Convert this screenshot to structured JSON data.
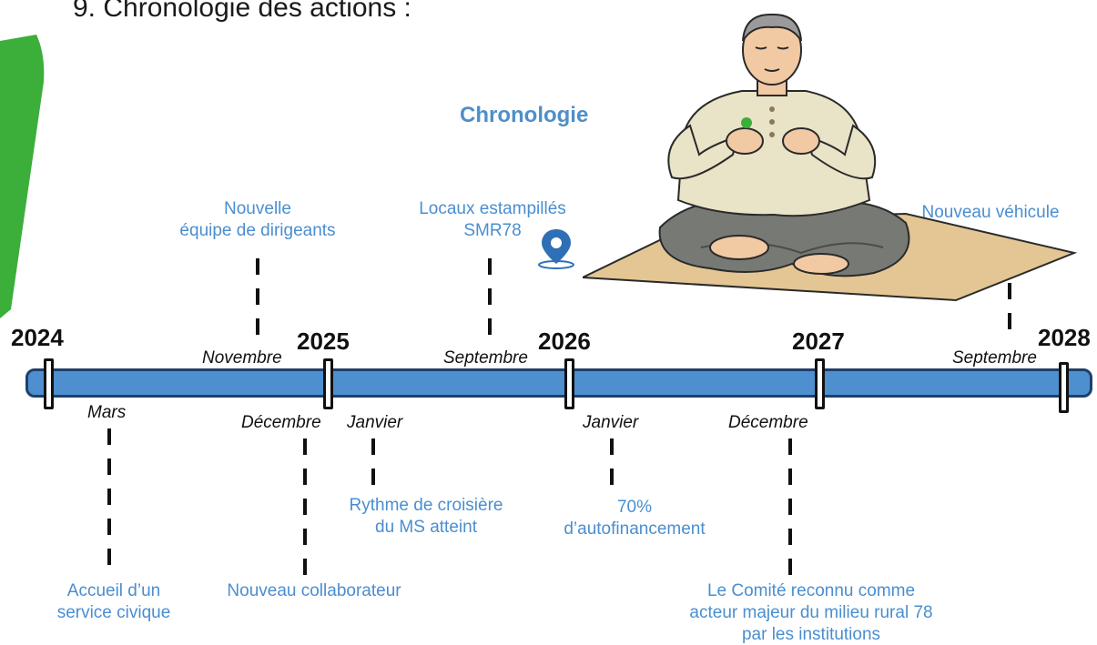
{
  "heading": "9. Chronologie des actions :",
  "subtitle": "Chronologie",
  "colors": {
    "accent_green": "#3cae3a",
    "timeline_blue": "#4e8fd0",
    "event_text": "#4a8ed0"
  },
  "icons": {
    "pin": "map-pin-icon",
    "illustration": "meditating-man-image"
  },
  "years": [
    "2024",
    "2025",
    "2026",
    "2027",
    "2028"
  ],
  "events_above": [
    {
      "month": "Novembre",
      "line1": "Nouvelle",
      "line2": "équipe de dirigeants"
    },
    {
      "month": "Septembre",
      "line1": "Locaux estampillés",
      "line2": "SMR78"
    },
    {
      "month": "Septembre",
      "line1": "Nouveau véhicule"
    }
  ],
  "events_below": [
    {
      "month": "Mars",
      "line1": "Accueil d’un",
      "line2": "service civique"
    },
    {
      "month": "Décembre",
      "line1": "Nouveau collaborateur"
    },
    {
      "month": "Janvier",
      "line1": "Rythme de croisière",
      "line2": "du MS atteint"
    },
    {
      "month": "Janvier",
      "line1": "70%",
      "line2": "d’autofinancement"
    },
    {
      "month": "Décembre",
      "line1": "Le Comité reconnu comme",
      "line2": "acteur majeur du milieu rural 78",
      "line3": "par les institutions"
    }
  ]
}
